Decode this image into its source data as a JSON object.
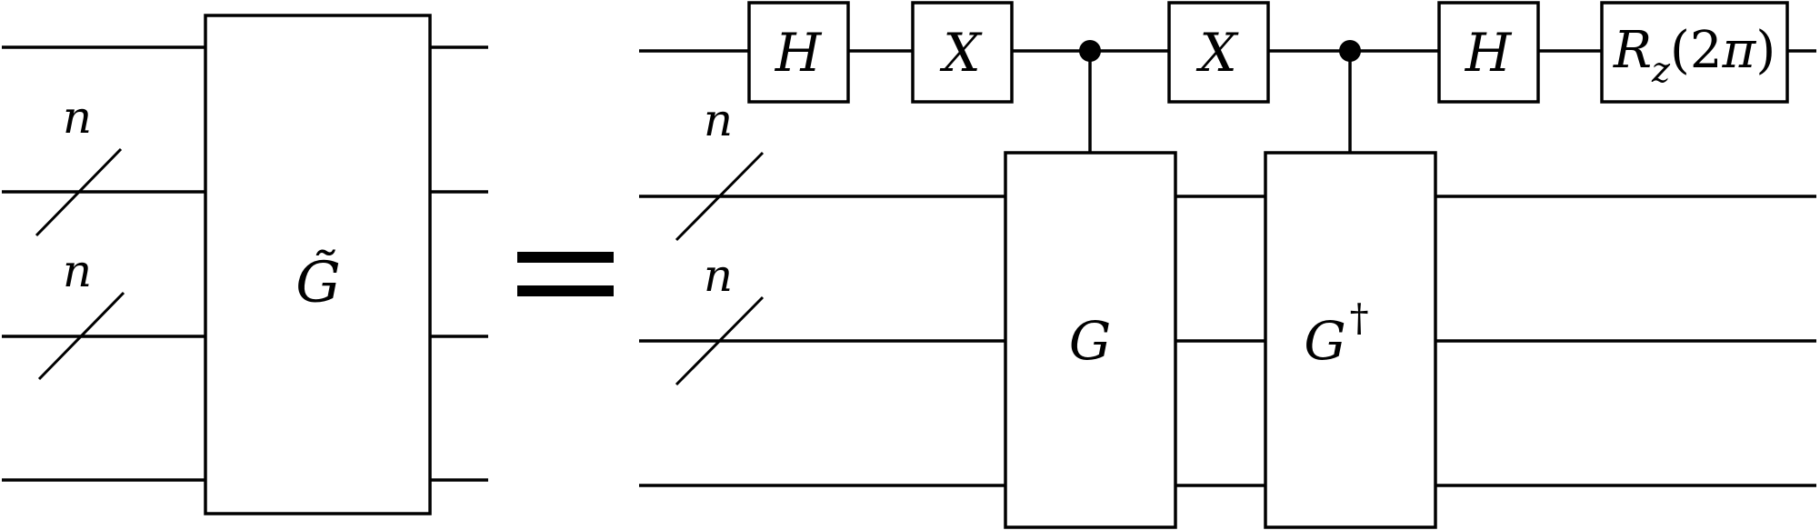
{
  "left_side": {
    "bundle_labels": [
      "n",
      "n"
    ],
    "gate_label": "G̃"
  },
  "equals_sign": "=",
  "right_side": {
    "bundle_labels": [
      "n",
      "n"
    ],
    "gates": {
      "h1": "H",
      "x1": "X",
      "g": "G",
      "x2": "X",
      "g_dagger_base": "G",
      "g_dagger_sup": "†",
      "h2": "H",
      "rz_main": "R",
      "rz_sub": "z",
      "rz_arg_open": "(2",
      "rz_arg_pi": "π",
      "rz_arg_close": ")"
    }
  }
}
